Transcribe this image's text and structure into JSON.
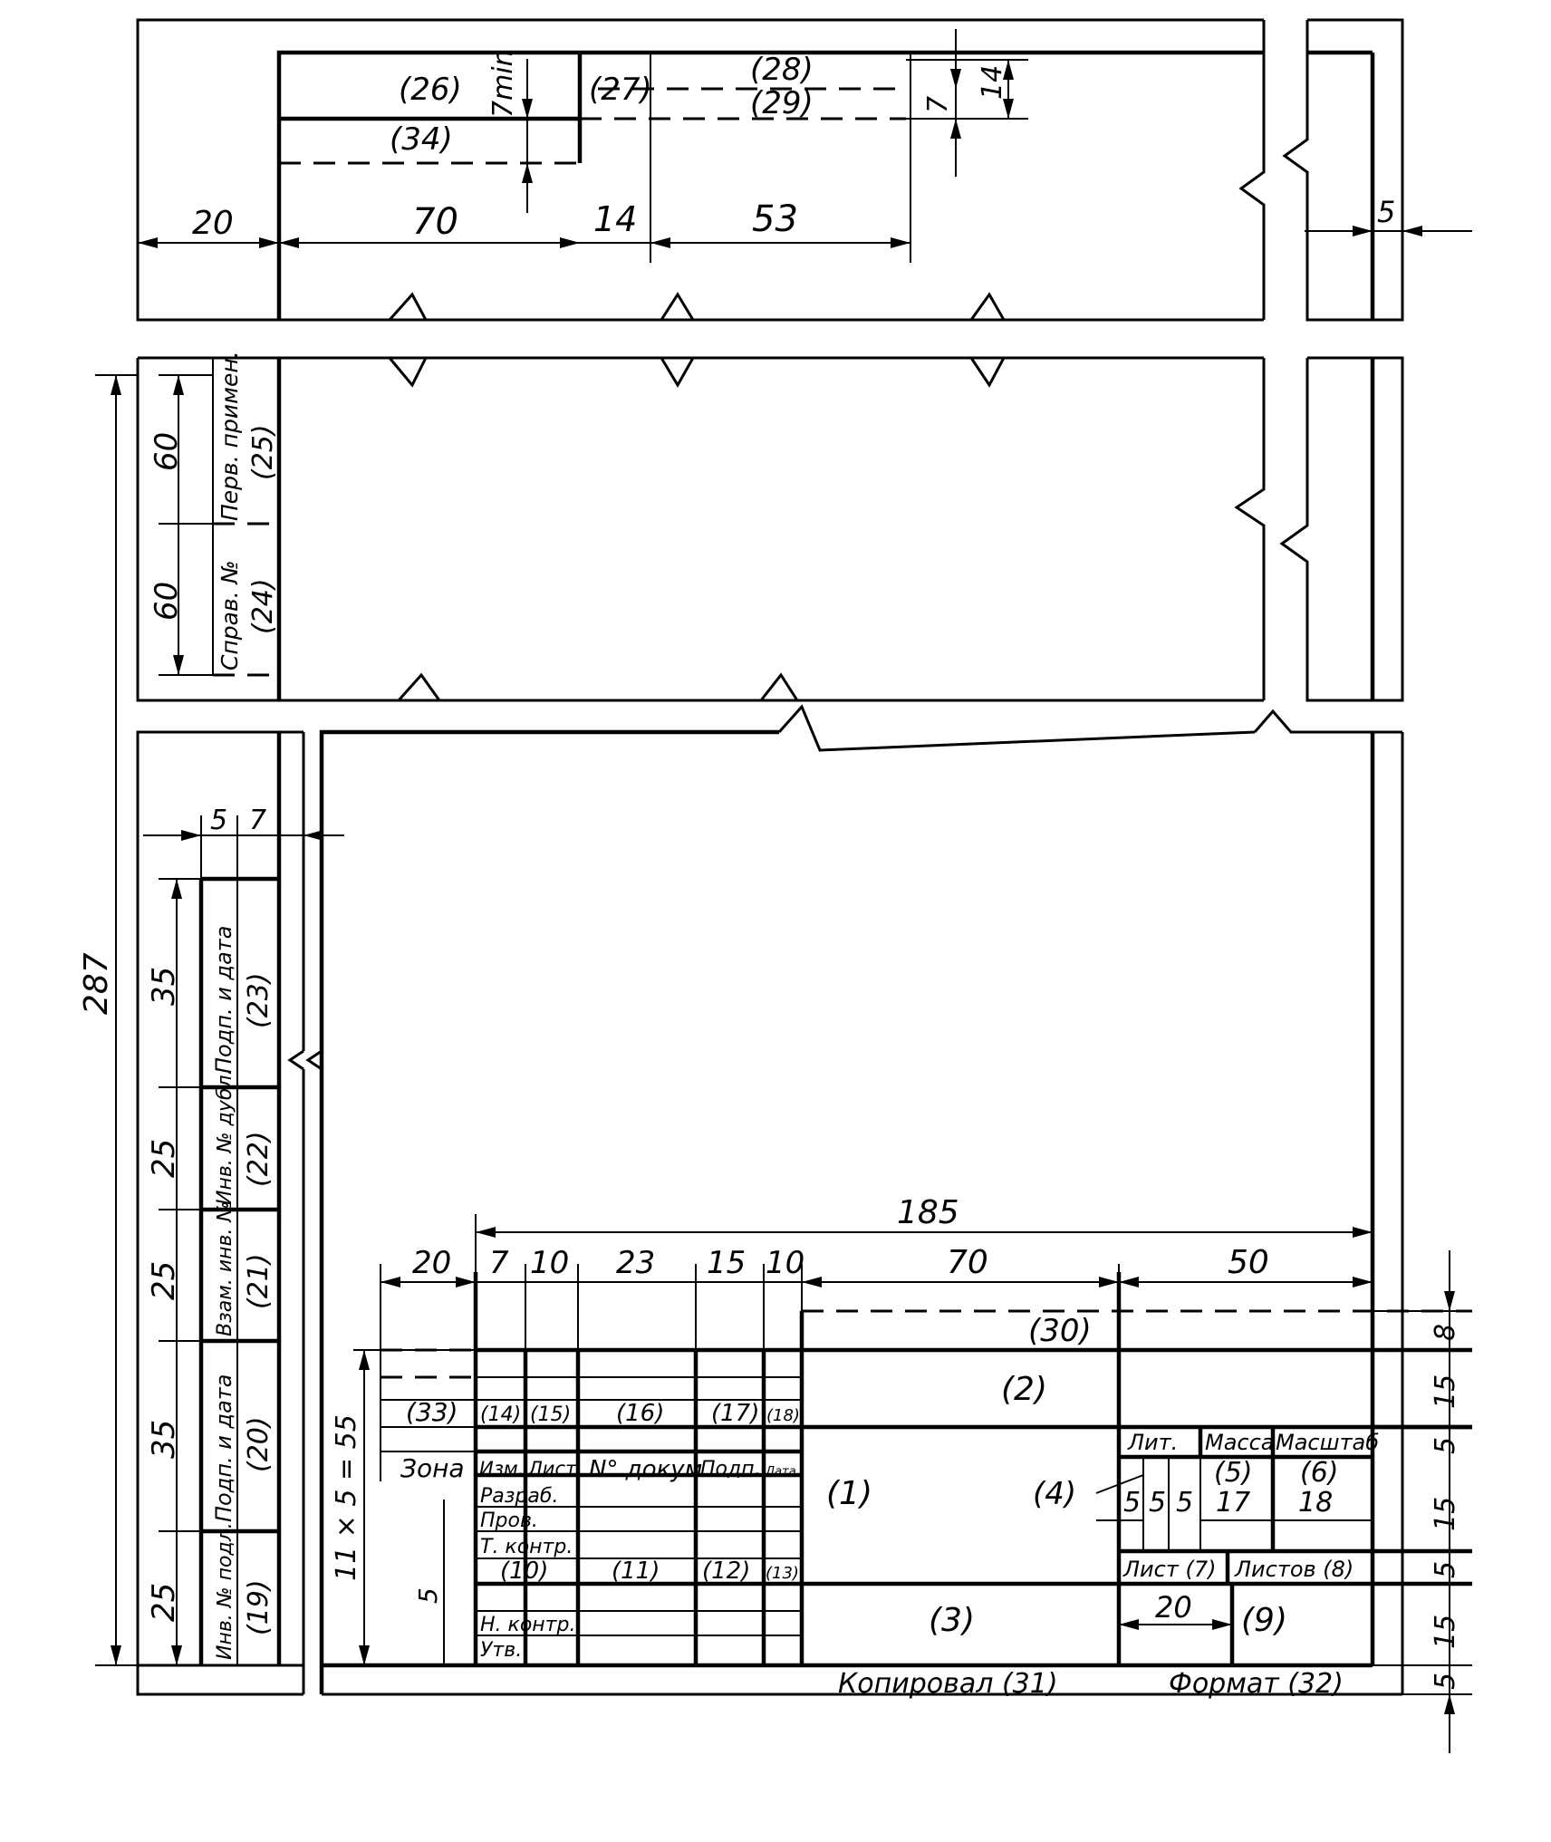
{
  "labels": {
    "f26": "(26)",
    "f27": "(27)",
    "f28": "(28)",
    "f29": "(29)",
    "f34": "(34)",
    "f25": "(25)",
    "f24": "(24)",
    "perv": "Перв. примен.",
    "sprav": "Справ. №",
    "f23": "(23)",
    "f22": "(22)",
    "f21": "(21)",
    "f20": "(20)",
    "f19": "(19)",
    "podp1": "Подп. и дата",
    "invdubl": "Инв. № дубл.",
    "vzam": "Взам. инв. №",
    "podp2": "Подп. и дата",
    "invpodl": "Инв. № подл.",
    "f30": "(30)",
    "f2": "(2)",
    "f1": "(1)",
    "f3": "(3)",
    "f4": "(4)",
    "f5": "(5)",
    "f6": "(6)",
    "f9": "(9)",
    "f33": "(33)",
    "f14": "(14)",
    "f15": "(15)",
    "f16": "(16)",
    "f17": "(17)",
    "f18": "(18)",
    "f10": "(10)",
    "f11": "(11)",
    "f12": "(12)",
    "f13": "(13)",
    "zona": "Зона",
    "izm": "Изм.",
    "list": "Лист",
    "ndokum": "N° докум.",
    "podp": "Подп.",
    "data": "Дата",
    "razrab": "Разраб.",
    "prov": "Пров.",
    "tkontr": "Т. контр.",
    "nkontr": "Н. контр.",
    "utv": "Утв.",
    "lit": "Лит.",
    "massa": "Масса",
    "masshtab": "Масштаб",
    "list7": "Лист (7)",
    "listov8": "Листов (8)",
    "kopiroval": "Копировал (31)",
    "format": "Формат (32)"
  },
  "dims": {
    "d20a": "20",
    "d70a": "70",
    "d14a": "14",
    "d53": "53",
    "d14b": "14",
    "d7a": "7",
    "d5a": "5",
    "d7min": "7min",
    "d60a": "60",
    "d60b": "60",
    "d287": "287",
    "d5b": "5",
    "d7b": "7",
    "d35a": "35",
    "d25a": "25",
    "d25b": "25",
    "d35b": "35",
    "d25c": "25",
    "d185": "185",
    "d20b": "20",
    "d7c": "7",
    "d10a": "10",
    "d23": "23",
    "d15a": "15",
    "d10b": "10",
    "d70b": "70",
    "d50": "50",
    "d8": "8",
    "d15b": "15",
    "d5c": "5",
    "d15c": "15",
    "d5d": "5",
    "d15d": "15",
    "d5e": "5",
    "d11x5": "11 × 5 = 55",
    "d5f": "5",
    "d5g": "5",
    "d5h": "5",
    "d5i": "5",
    "d17": "17",
    "d18": "18",
    "d20c": "20"
  }
}
